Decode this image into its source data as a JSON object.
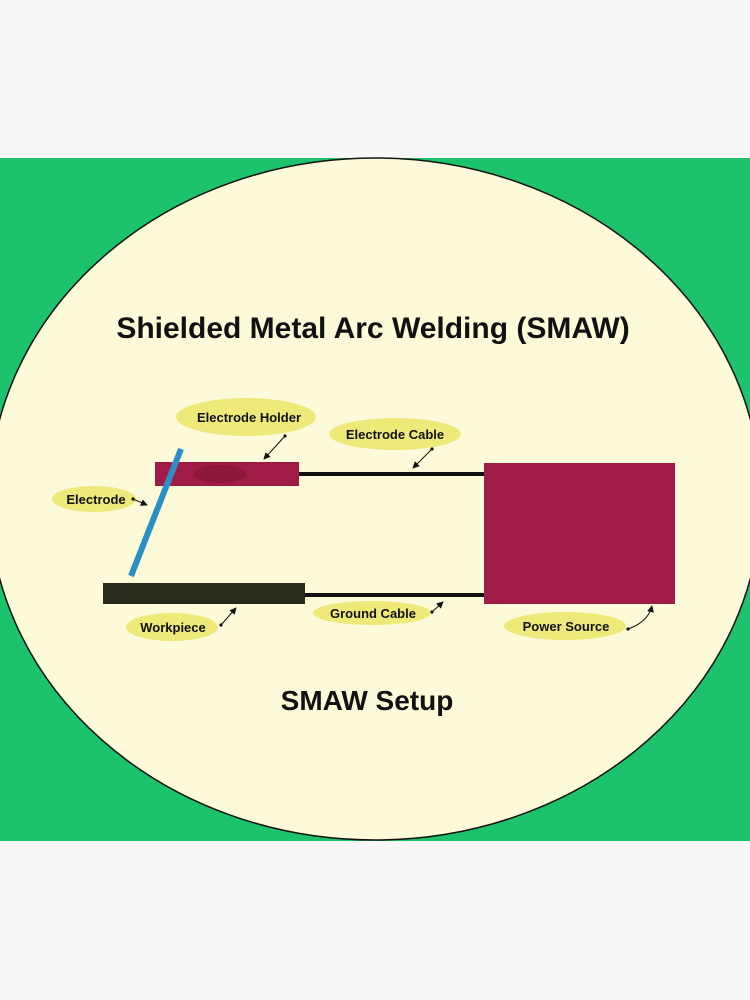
{
  "title": "Shielded Metal Arc Welding (SMAW)",
  "caption": "SMAW Setup",
  "labels": {
    "electrode_holder": "Electrode Holder",
    "electrode_cable": "Electrode Cable",
    "electrode": "Electrode",
    "workpiece": "Workpiece",
    "ground_cable": "Ground Cable",
    "power_source": "Power Source"
  },
  "colors": {
    "background_band": "#1cc26c",
    "ellipse_fill": "#fdfad9",
    "label_pill": "#efe97a",
    "holder": "#a01c47",
    "power_source": "#a01c47",
    "electrode": "#2a8fc4",
    "workpiece": "#2a2a1c",
    "cable": "#111111",
    "title_text": "#1d3a26"
  }
}
